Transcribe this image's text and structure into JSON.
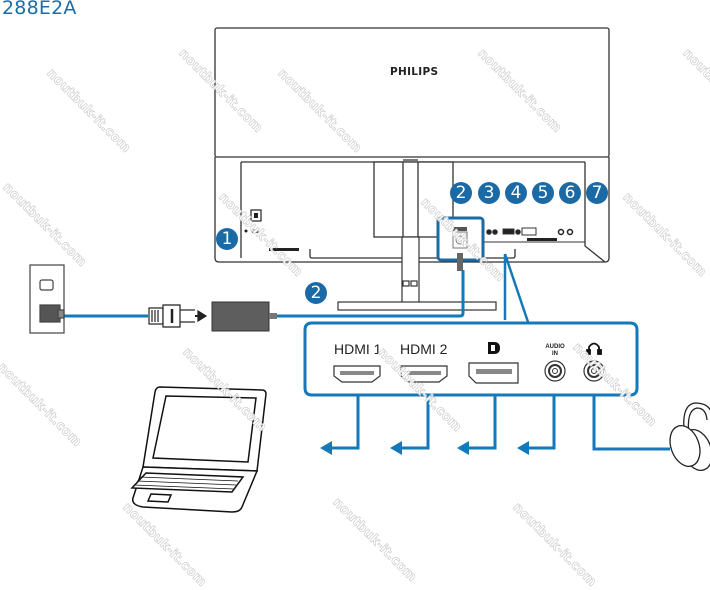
{
  "title": "288E2A",
  "brand": "PHILIPS",
  "watermark": "noutbuk-it.com",
  "callouts": [
    {
      "number": "1",
      "meaning": "Kensington lock"
    },
    {
      "number": "2",
      "meaning": "DC power input"
    },
    {
      "number": "3",
      "meaning": "HDMI 1"
    },
    {
      "number": "4",
      "meaning": "HDMI 2"
    },
    {
      "number": "5",
      "meaning": "DisplayPort"
    },
    {
      "number": "6",
      "meaning": "Audio in"
    },
    {
      "number": "7",
      "meaning": "Headphone out"
    }
  ],
  "power_callout": "2",
  "ports": {
    "hdmi1": "HDMI 1",
    "hdmi2": "HDMI 2",
    "dp_icon": "displayport-icon",
    "audio_in_line1": "AUDIO",
    "audio_in_line2": "IN",
    "headphone_icon": "headphone-icon"
  },
  "colors": {
    "accent": "#1b6aa6",
    "wire": "#1379b8",
    "line": "#333333"
  }
}
